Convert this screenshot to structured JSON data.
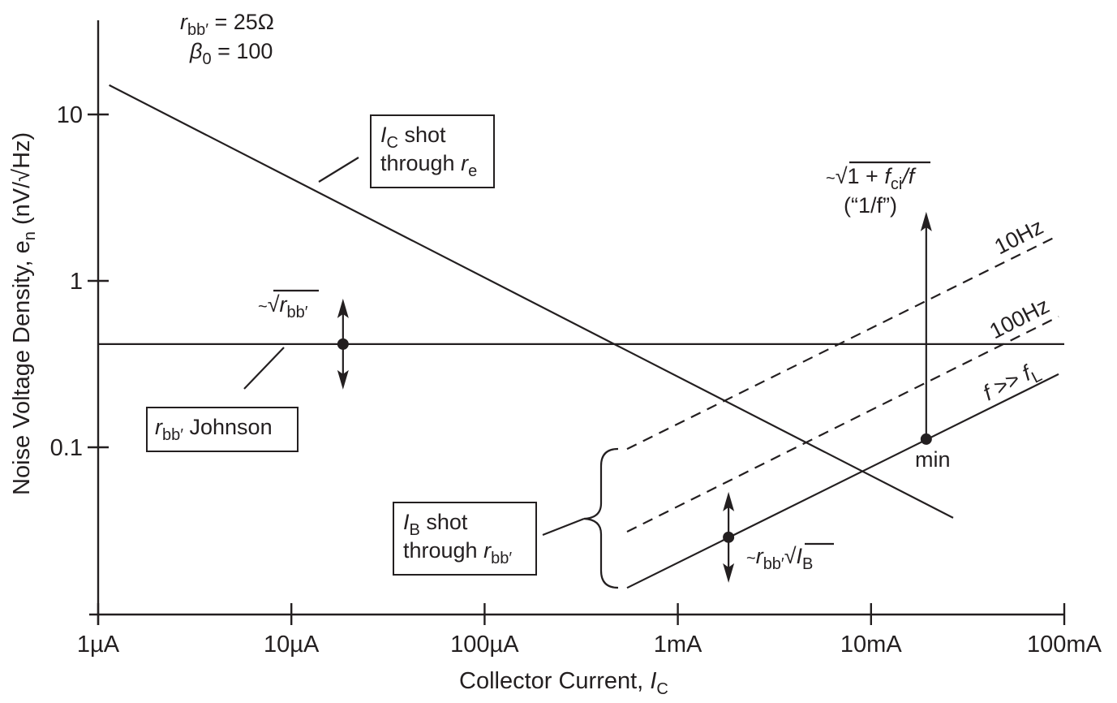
{
  "chart_data": {
    "type": "line",
    "title": "",
    "xlabel": "Collector Current, I_C",
    "xlabel_parts": {
      "main": "Collector Current, ",
      "var": "I",
      "sub": "C"
    },
    "ylabel": "Noise Voltage Density, e_n (nV/√Hz)",
    "ylabel_parts": {
      "main": "Noise Voltage Density, e",
      "sub": "n",
      "unit_open": " (nV/",
      "sqrt": "√",
      "radicand": "Hz",
      "unit_close": ")"
    },
    "xscale": "log",
    "yscale": "log",
    "xlim": [
      1e-06,
      0.1
    ],
    "ylim": [
      0.01,
      35
    ],
    "grid": false,
    "x_ticks": [
      {
        "value": 1e-06,
        "label": "1µA"
      },
      {
        "value": 1e-05,
        "label": "10µA"
      },
      {
        "value": 0.0001,
        "label": "100µA"
      },
      {
        "value": 0.001,
        "label": "1mA"
      },
      {
        "value": 0.01,
        "label": "10mA"
      },
      {
        "value": 0.1,
        "label": "100mA"
      }
    ],
    "y_ticks": [
      {
        "value": 10,
        "label": "10"
      },
      {
        "value": 1,
        "label": "1"
      },
      {
        "value": 0.1,
        "label": "0.1"
      }
    ],
    "parameters": {
      "rbb": {
        "symbol": "r",
        "sub": "bb′",
        "text": " = 25Ω"
      },
      "beta": {
        "symbol": "β",
        "sub": "0",
        "text": " = 100"
      }
    },
    "series": [
      {
        "name": "IC shot through re",
        "style": "solid",
        "x": [
          1.14e-06,
          0.0266
        ],
        "y": [
          15.0,
          0.0377
        ]
      },
      {
        "name": "rbb' Johnson",
        "style": "solid",
        "x": [
          1e-06,
          0.1
        ],
        "y": [
          0.417,
          0.417
        ]
      },
      {
        "name": "IB shot through rbb' (f >> fL)",
        "style": "solid",
        "x": [
          0.000546,
          0.0935
        ],
        "y": [
          0.0143,
          0.275
        ]
      },
      {
        "name": "IB shot through rbb' (100Hz)",
        "style": "dashed",
        "x": [
          0.000546,
          0.0935
        ],
        "y": [
          0.0311,
          0.61
        ]
      },
      {
        "name": "IB shot through rbb' (10Hz)",
        "style": "dashed",
        "x": [
          0.000546,
          0.0935
        ],
        "y": [
          0.0977,
          1.876
        ]
      }
    ],
    "points": [
      {
        "name": "rbb-point",
        "x": 1.85e-05,
        "y": 0.417,
        "arrows": "up-down"
      },
      {
        "name": "ib-point",
        "x": 0.00183,
        "y": 0.0288,
        "arrows": "up-down"
      },
      {
        "name": "min-point",
        "x": 0.0193,
        "y": 0.112,
        "arrows": "up",
        "arrow_to_y": 2.6
      }
    ],
    "annotations": {
      "ic_box": {
        "line1_var": "I",
        "line1_sub": "C",
        "line1_text": " shot",
        "line2_text": "through ",
        "line2_var": "r",
        "line2_sub": "e"
      },
      "rbb_box": {
        "var": "r",
        "sub": "bb′",
        "text": " Johnson"
      },
      "ib_box": {
        "line1_var": "I",
        "line1_sub": "B",
        "line1_text": " shot",
        "line2_text": "through ",
        "line2_var": "r",
        "line2_sub": "bb′"
      },
      "sqrt_rbb": {
        "tilde": "~",
        "sqrt": "√",
        "var": "r",
        "sub": "bb′"
      },
      "rbb_sqrt_ib": {
        "tilde": "~",
        "var": "r",
        "sub": "bb′",
        "sqrt": "√",
        "var2": "I",
        "sub2": "B"
      },
      "one_over_f": {
        "line1_tilde": "~",
        "line1_sqrt": "√",
        "line1_one": "1 + ",
        "line1_var": "f",
        "line1_sub": "ci",
        "line1_tail": "/f",
        "line2": "(“1/f”)"
      },
      "label_10hz": "10Hz",
      "label_100hz": "100Hz",
      "label_fl": {
        "f": "f",
        "op": " >> ",
        "fl": "f",
        "sub": "L"
      },
      "label_min": "min"
    }
  }
}
